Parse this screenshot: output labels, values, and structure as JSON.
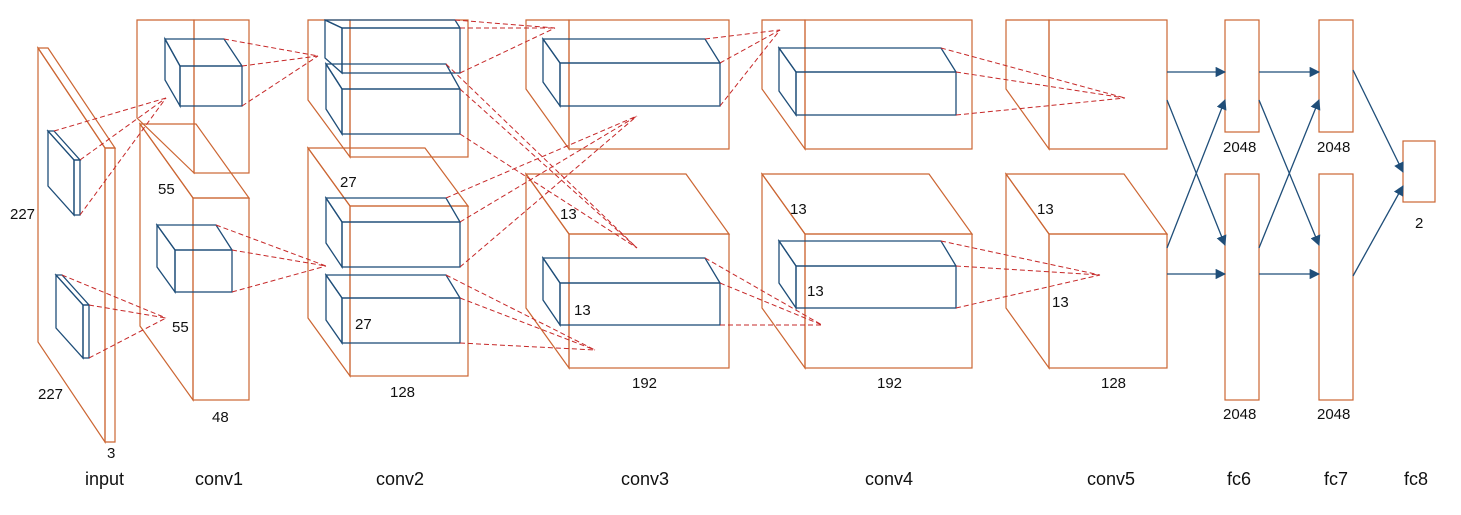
{
  "colors": {
    "volume": "#cc6633",
    "kernel": "#1f4e79",
    "dashed": "#c62828",
    "arrow": "#1f4e79"
  },
  "dims": {
    "input": {
      "h": "227",
      "w": "227",
      "d": "3"
    },
    "conv1": {
      "h": "55",
      "w": "55",
      "d": "48"
    },
    "conv2": {
      "h": "27",
      "w": "27",
      "d": "128"
    },
    "conv3": {
      "h": "13",
      "w": "13",
      "d": "192"
    },
    "conv4": {
      "h": "13",
      "w": "13",
      "d": "192"
    },
    "conv5": {
      "h": "13",
      "w": "13",
      "d": "128"
    },
    "fc6": {
      "top": "2048",
      "bottom": "2048"
    },
    "fc7": {
      "top": "2048",
      "bottom": "2048"
    },
    "fc8": {
      "n": "2"
    }
  },
  "layers": [
    "input",
    "conv1",
    "conv2",
    "conv3",
    "conv4",
    "conv5",
    "fc6",
    "fc7",
    "fc8"
  ]
}
